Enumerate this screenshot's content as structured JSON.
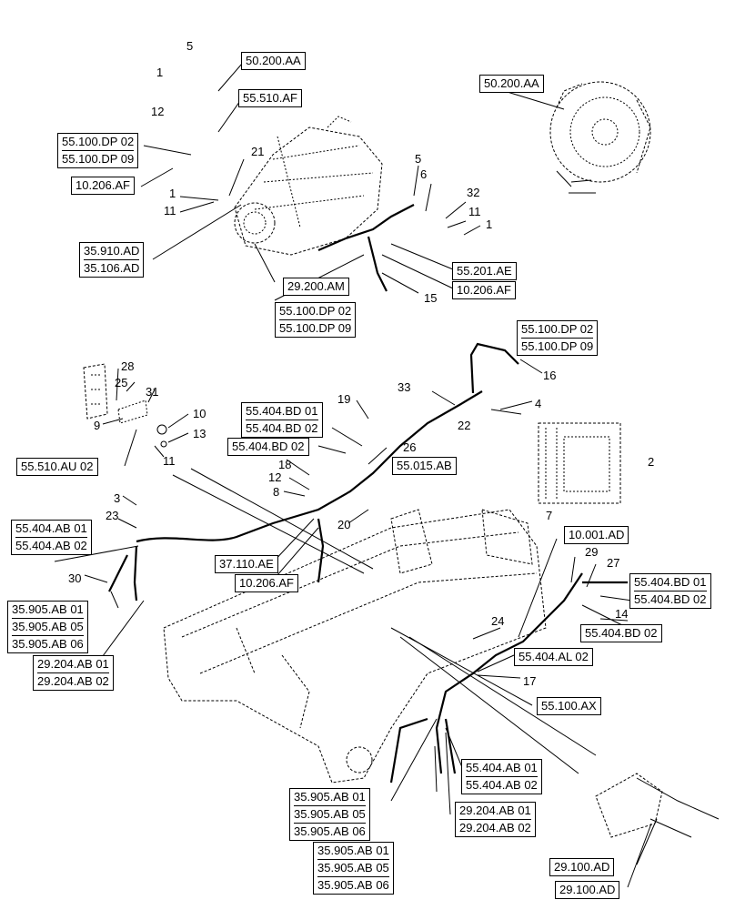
{
  "callouts": [
    "5",
    "1",
    "12",
    "21",
    "1",
    "11",
    "5",
    "6",
    "32",
    "11",
    "1",
    "15",
    "28",
    "25",
    "31",
    "9",
    "10",
    "13",
    "11",
    "19",
    "33",
    "4",
    "22",
    "16",
    "26",
    "18",
    "12",
    "8",
    "2",
    "3",
    "23",
    "20",
    "7",
    "30",
    "29",
    "27",
    "14",
    "24",
    "17"
  ],
  "ref_boxes": [
    [
      "50.200.AA"
    ],
    [
      "55.510.AF"
    ],
    [
      "55.100.DP 02",
      "55.100.DP 09"
    ],
    [
      "10.206.AF"
    ],
    [
      "50.200.AA"
    ],
    [
      "35.910.AD",
      "35.106.AD"
    ],
    [
      "55.201.AE"
    ],
    [
      "10.206.AF"
    ],
    [
      "29.200.AM"
    ],
    [
      "55.100.DP 02",
      "55.100.DP 09"
    ],
    [
      "55.100.DP 02",
      "55.100.DP 09"
    ],
    [
      "55.404.BD 01",
      "55.404.BD 02"
    ],
    [
      "55.404.BD 02"
    ],
    [
      "55.015.AB"
    ],
    [
      "55.510.AU 02"
    ],
    [
      "55.404.AB 01",
      "55.404.AB 02"
    ],
    [
      "37.110.AE"
    ],
    [
      "10.206.AF"
    ],
    [
      "10.001.AD"
    ],
    [
      "55.404.BD 01",
      "55.404.BD 02"
    ],
    [
      "55.404.BD 02"
    ],
    [
      "35.905.AB 01",
      "35.905.AB 05",
      "35.905.AB 06"
    ],
    [
      "55.404.AL 02"
    ],
    [
      "29.204.AB 01",
      "29.204.AB 02"
    ],
    [
      "55.100.AX"
    ],
    [
      "55.404.AB 01",
      "55.404.AB 02"
    ],
    [
      "35.905.AB 01",
      "35.905.AB 05",
      "35.905.AB 06"
    ],
    [
      "29.204.AB 01",
      "29.204.AB 02"
    ],
    [
      "35.905.AB 01",
      "35.905.AB 05",
      "35.905.AB 06"
    ],
    [
      "29.100.AD"
    ],
    [
      "29.100.AD"
    ]
  ]
}
